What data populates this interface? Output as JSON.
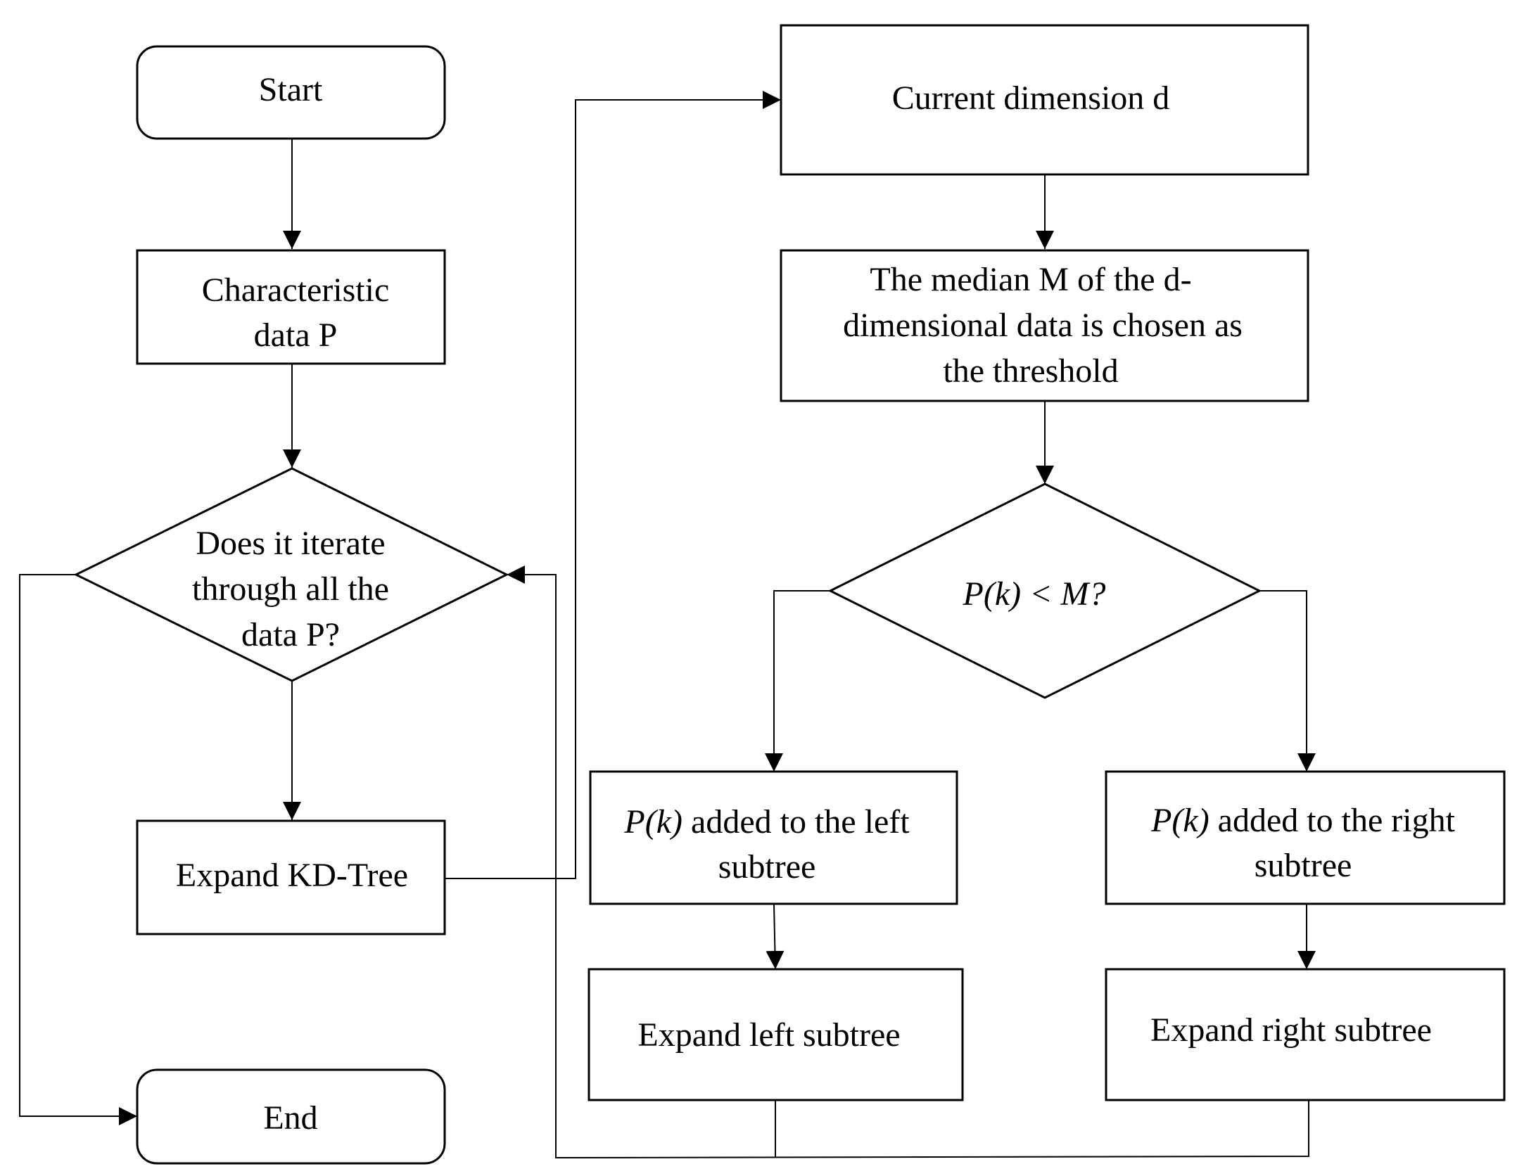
{
  "nodes": {
    "start": {
      "label": "Start"
    },
    "characteristic_data": {
      "lines": [
        "Characteristic",
        "data P"
      ]
    },
    "iterate_decision": {
      "lines": [
        "Does it iterate",
        "through all  the",
        "data P?"
      ]
    },
    "expand_kd_tree": {
      "label": "Expand KD-Tree"
    },
    "end": {
      "label": "End"
    },
    "current_dimension": {
      "label": "Current dimension d"
    },
    "median_threshold": {
      "lines": [
        "The median M of the d-",
        "dimensional data is chosen as",
        "the threshold"
      ]
    },
    "compare_decision": {
      "label": "P(k) < M?"
    },
    "add_left": {
      "math": "P(k)",
      "lines": [
        " added to the left",
        "subtree"
      ]
    },
    "add_right": {
      "math": "P(k)",
      "lines": [
        " added to the right",
        "subtree"
      ]
    },
    "expand_left": {
      "label": "Expand left  subtree"
    },
    "expand_right": {
      "label": "Expand right  subtree"
    }
  },
  "colors": {
    "stroke": "#000000",
    "fill": "#ffffff",
    "text": "#000000"
  }
}
